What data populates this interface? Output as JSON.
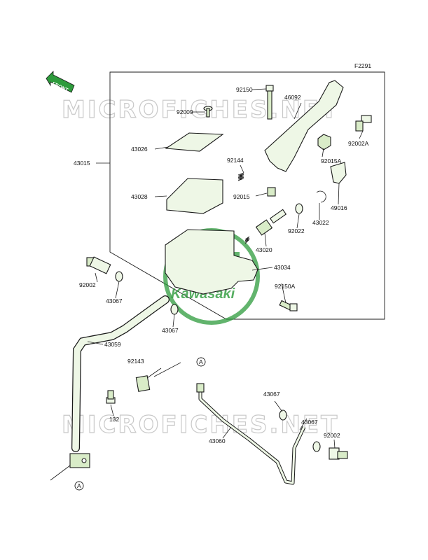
{
  "figure_code": "F2291",
  "front_label": "FRONT",
  "watermark_text": "MICROFICHES.NET",
  "logo_text": "Kawasaki",
  "colors": {
    "part_fill": "#eef7e6",
    "accent_green": "#2e9b3c",
    "watermark": "#c9c9c9"
  },
  "parts": [
    {
      "id": "p92150",
      "label": "92150"
    },
    {
      "id": "p46092",
      "label": "46092"
    },
    {
      "id": "p92009",
      "label": "92009"
    },
    {
      "id": "p92002A",
      "label": "92002A"
    },
    {
      "id": "p43026",
      "label": "43026"
    },
    {
      "id": "p43015",
      "label": "43015"
    },
    {
      "id": "p92015A",
      "label": "92015A"
    },
    {
      "id": "p92144",
      "label": "92144"
    },
    {
      "id": "p43028",
      "label": "43028"
    },
    {
      "id": "p92015",
      "label": "92015"
    },
    {
      "id": "p49016",
      "label": "49016"
    },
    {
      "id": "p43022",
      "label": "43022"
    },
    {
      "id": "p92022",
      "label": "92022"
    },
    {
      "id": "p43020",
      "label": "43020"
    },
    {
      "id": "p43034",
      "label": "43034"
    },
    {
      "id": "p92002",
      "label": "92002"
    },
    {
      "id": "p92150A",
      "label": "92150A"
    },
    {
      "id": "p43067a",
      "label": "43067"
    },
    {
      "id": "p43067b",
      "label": "43067"
    },
    {
      "id": "p43059",
      "label": "43059"
    },
    {
      "id": "p92143",
      "label": "92143"
    },
    {
      "id": "p132",
      "label": "132"
    },
    {
      "id": "p43067c",
      "label": "43067"
    },
    {
      "id": "p43067d",
      "label": "43067"
    },
    {
      "id": "p43060",
      "label": "43060"
    },
    {
      "id": "p92002b",
      "label": "92002"
    }
  ],
  "connector_marks": [
    "A",
    "A"
  ]
}
